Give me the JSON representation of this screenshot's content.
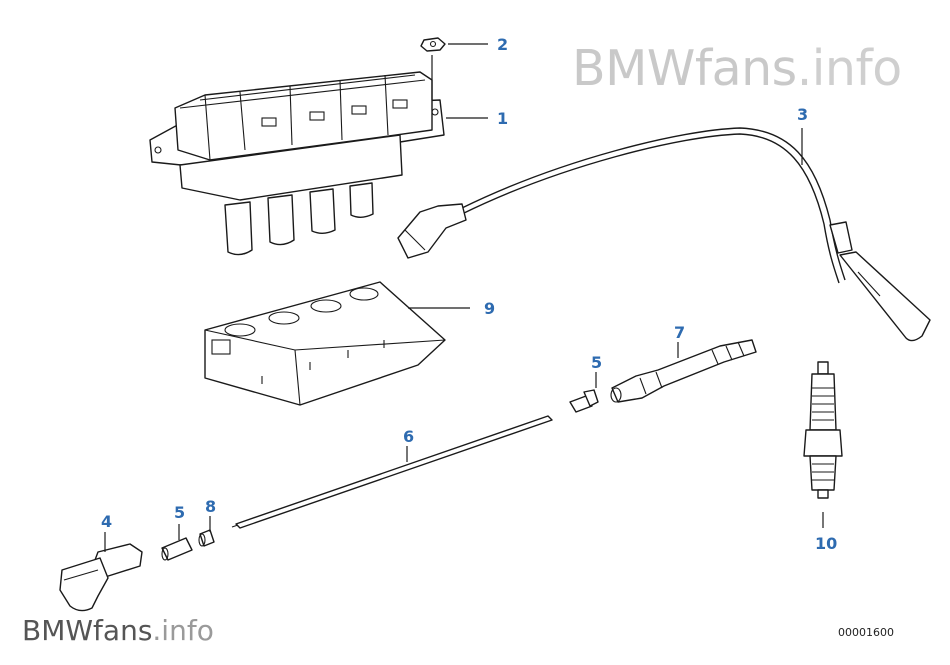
{
  "watermark": {
    "brand": "BMWfans",
    "suffix": ".info"
  },
  "diagram_code": "00001600",
  "callouts": {
    "c1": "1",
    "c2": "2",
    "c3": "3",
    "c4": "4",
    "c5a": "5",
    "c5b": "5",
    "c6": "6",
    "c7": "7",
    "c8": "8",
    "c9": "9",
    "c10": "10"
  }
}
